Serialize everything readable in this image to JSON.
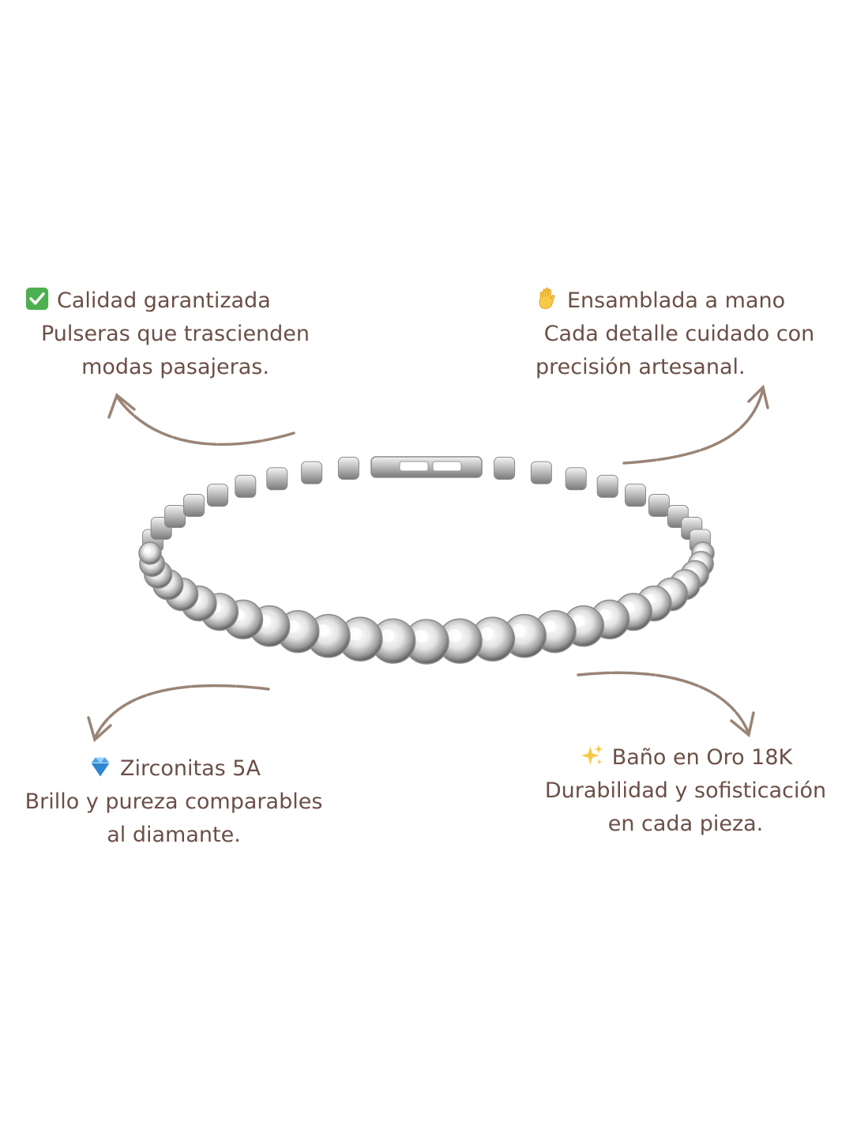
{
  "features": {
    "top_left": {
      "icon": "check-box-icon",
      "title": "Calidad garantizada",
      "line2": "Pulseras que trascienden",
      "line3": "modas pasajeras."
    },
    "top_right": {
      "icon": "raised-hand-icon",
      "title": "Ensamblada a mano",
      "line2": "Cada detalle cuidado con",
      "line3": "precisión artesanal."
    },
    "bottom_left": {
      "icon": "gem-icon",
      "title": "Zirconitas 5A",
      "line2": "Brillo y pureza comparables",
      "line3": "al diamante."
    },
    "bottom_right": {
      "icon": "sparkles-icon",
      "title": "Baño en Oro 18K",
      "line2": "Durabilidad y sofisticación",
      "line3": "en cada pieza."
    }
  },
  "colors": {
    "text": "#6b4f46",
    "arrow": "#9a8476",
    "check": "#4caf50",
    "silver": "#c9c9c9"
  }
}
